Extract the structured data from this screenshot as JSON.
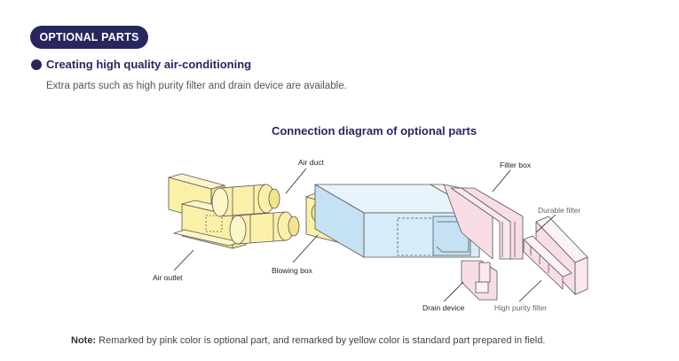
{
  "section": {
    "pill_label": "OPTIONAL PARTS",
    "heading": "Creating high quality air-conditioning",
    "description": "Extra parts such as high purity filter and drain device are available."
  },
  "diagram": {
    "title": "Connection diagram of optional parts",
    "labels": {
      "air_duct": "Air duct",
      "filter_box": "Filter box",
      "durable_filter": "Durable filter",
      "air_outlet": "Air outlet",
      "blowing_box": "Blowing box",
      "drain_device": "Drain device",
      "high_purity_filter": "High purity filter"
    },
    "colors": {
      "optional_part": "#f9dde6",
      "standard_part": "#fbf0a8",
      "unit_body": "#d6ecf8",
      "accent": "#27275e"
    }
  },
  "note": {
    "label": "Note:",
    "text": " Remarked by pink color is optional part, and remarked by yellow color is standard part prepared in field."
  }
}
